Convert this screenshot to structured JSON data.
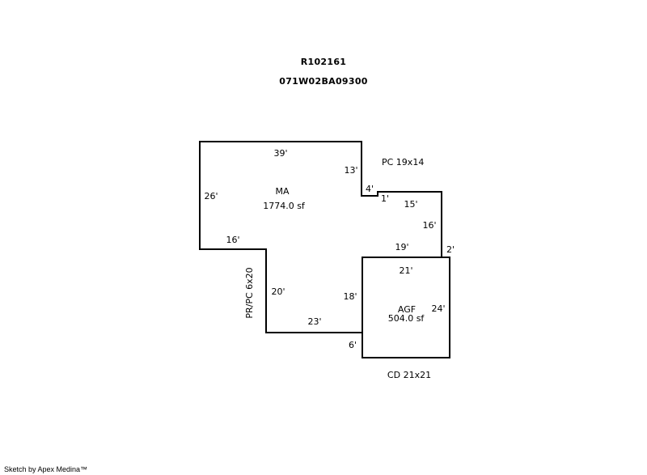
{
  "header": {
    "parcel_id": "R102161",
    "map_number": "071W02BA09300"
  },
  "areas": {
    "main": {
      "code": "MA",
      "size": "1774.0 sf"
    },
    "garage": {
      "code": "AGF",
      "size": "504.0 sf"
    }
  },
  "attachments": {
    "porch_top": "PC 19x14",
    "porch_left": "PR/PC 6x20",
    "deck_bottom": "CD 21x21"
  },
  "dimensions": {
    "ma_top": "39'",
    "ma_right_upper": "13'",
    "ma_step_a": "4'",
    "ma_step_b": "1'",
    "ma_step_top": "15'",
    "ma_right_lower": "16'",
    "ma_step_c": "2'",
    "ma_inner": "19'",
    "ma_left": "26'",
    "ma_bottom_left": "16'",
    "ma_left_lower": "20'",
    "ma_bottom": "23'",
    "ma_garage_side": "18'",
    "garage_top": "21'",
    "garage_right": "24'",
    "garage_step": "6'"
  },
  "footer": {
    "credit": "Sketch by Apex Medina™"
  }
}
